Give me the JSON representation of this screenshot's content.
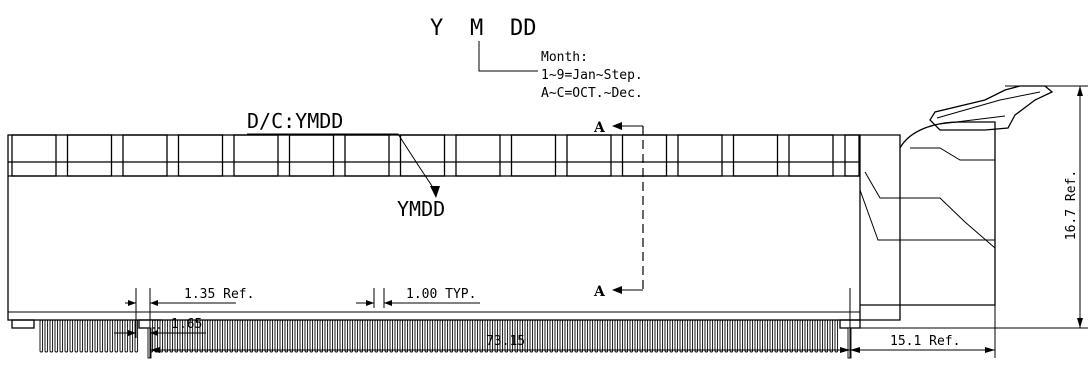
{
  "date_code": {
    "format_top": {
      "y": "Y",
      "m": "M",
      "dd": "DD"
    },
    "month_legend": {
      "title": "Month:",
      "line1": "1~9=Jan~Step.",
      "line2": "A~C=OCT.~Dec."
    },
    "callout_label": "D/C:YMDD",
    "marking": "YMDD"
  },
  "section": {
    "top_label": "A",
    "bottom_label": "A"
  },
  "dimensions": {
    "height_ref": "16.7 Ref.",
    "pin_offset": "1.35 Ref.",
    "pitch": "1.00 TYP.",
    "first_pin": "1.65",
    "overall": "73.15",
    "latch_ref": "15.1 Ref."
  }
}
